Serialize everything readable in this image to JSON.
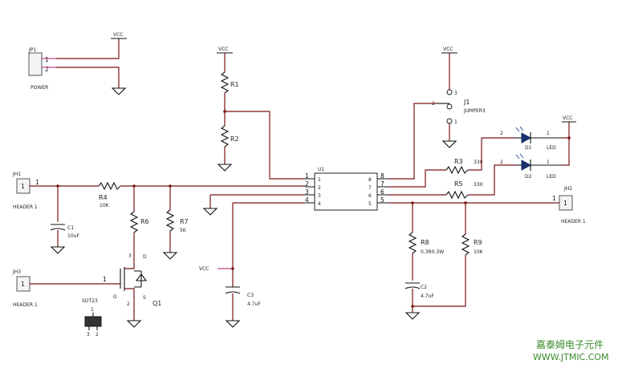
{
  "nets": {
    "vcc": "VCC"
  },
  "connectors": {
    "jp1": {
      "ref": "JP1",
      "name": "POWER",
      "pins": [
        "1",
        "2"
      ]
    },
    "jh1": {
      "ref": "JH1",
      "name": "HEADER 1",
      "pin": "1"
    },
    "jh2": {
      "ref": "JH2",
      "name": "HEADER 1",
      "pin": "1"
    },
    "jh3": {
      "ref": "JH3",
      "name": "HEADER 1",
      "pin": "1"
    },
    "j1": {
      "ref": "J1",
      "name": "JUMPER3",
      "pins": [
        "1",
        "2",
        "3"
      ]
    }
  },
  "resistors": {
    "r1": {
      "ref": "R1"
    },
    "r2": {
      "ref": "R2"
    },
    "r3": {
      "ref": "R3",
      "value": "330"
    },
    "r4": {
      "ref": "R4",
      "value": "10K"
    },
    "r5": {
      "ref": "R5",
      "value": "330"
    },
    "r6": {
      "ref": "R6"
    },
    "r7": {
      "ref": "R7",
      "value": "5K"
    },
    "r8": {
      "ref": "R8",
      "value": "0.3R0.3W"
    },
    "r9": {
      "ref": "R9",
      "value": "10K"
    }
  },
  "capacitors": {
    "c1": {
      "ref": "C1",
      "value": "10uF"
    },
    "c2": {
      "ref": "C2",
      "value": "4.7uF"
    },
    "c3": {
      "ref": "C3",
      "value": "4.7uF"
    }
  },
  "diodes": {
    "d1": {
      "ref": "D1",
      "type": "LED",
      "pins": [
        "2",
        "1"
      ]
    },
    "d2": {
      "ref": "D2",
      "type": "LED",
      "pins": [
        "2",
        "1"
      ]
    }
  },
  "transistor": {
    "ref": "Q1",
    "package": "SOT23",
    "pins": [
      "3",
      "1",
      "2"
    ],
    "marks": [
      "D",
      "S",
      "G"
    ]
  },
  "ic": {
    "ref": "U1",
    "left_pins": [
      "1",
      "2",
      "3",
      "4"
    ],
    "right_pins": [
      "8",
      "7",
      "6",
      "5"
    ],
    "ext_left": [
      "1",
      "2",
      "3",
      "4"
    ],
    "ext_right": [
      "8",
      "7",
      "6",
      "5"
    ]
  },
  "footprint": {
    "pins": [
      "1",
      "3",
      "2"
    ]
  },
  "watermark": {
    "cn": "嘉泰姆电子元件",
    "url": "WWW.JTMIC.COM"
  }
}
